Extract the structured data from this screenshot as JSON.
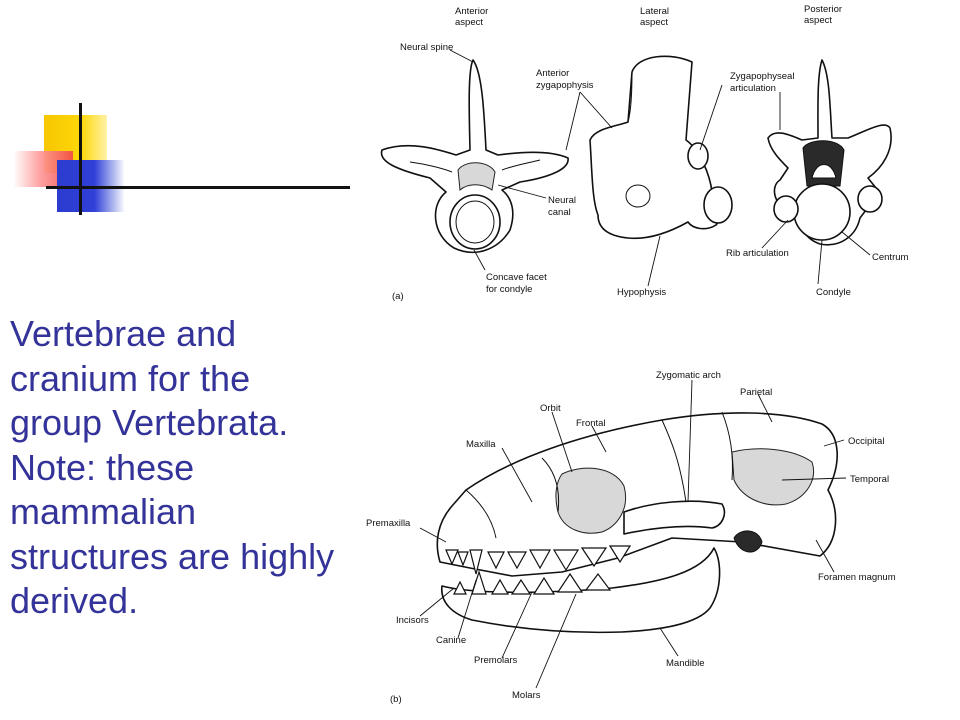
{
  "slide": {
    "caption": "Vertebrae and cranium for the group Vertebrata. Note: these mammalian structures are highly derived."
  },
  "vertebrae": {
    "panel_label": "(a)",
    "views": {
      "anterior_1": "Anterior",
      "anterior_2": "aspect",
      "lateral_1": "Lateral",
      "lateral_2": "aspect",
      "posterior_1": "Posterior",
      "posterior_2": "aspect"
    },
    "labels": {
      "neural_spine": "Neural spine",
      "anterior_zyga_1": "Anterior",
      "anterior_zyga_2": "zygapophysis",
      "zyga_artic_1": "Zygapophyseal",
      "zyga_artic_2": "articulation",
      "neural_canal_1": "Neural",
      "neural_canal_2": "canal",
      "concave_1": "Concave facet",
      "concave_2": "for condyle",
      "hypophysis": "Hypophysis",
      "rib_articulation": "Rib articulation",
      "centrum": "Centrum",
      "condyle": "Condyle"
    }
  },
  "skull": {
    "panel_label": "(b)",
    "labels": {
      "zygomatic_arch": "Zygomatic arch",
      "parietal": "Parietal",
      "orbit": "Orbit",
      "frontal": "Frontal",
      "maxilla": "Maxilla",
      "occipital": "Occipital",
      "temporal": "Temporal",
      "premaxilla": "Premaxilla",
      "foramen_magnum": "Foramen magnum",
      "incisors": "Incisors",
      "canine": "Canine",
      "premolars": "Premolars",
      "mandible": "Mandible",
      "molars": "Molars"
    }
  }
}
